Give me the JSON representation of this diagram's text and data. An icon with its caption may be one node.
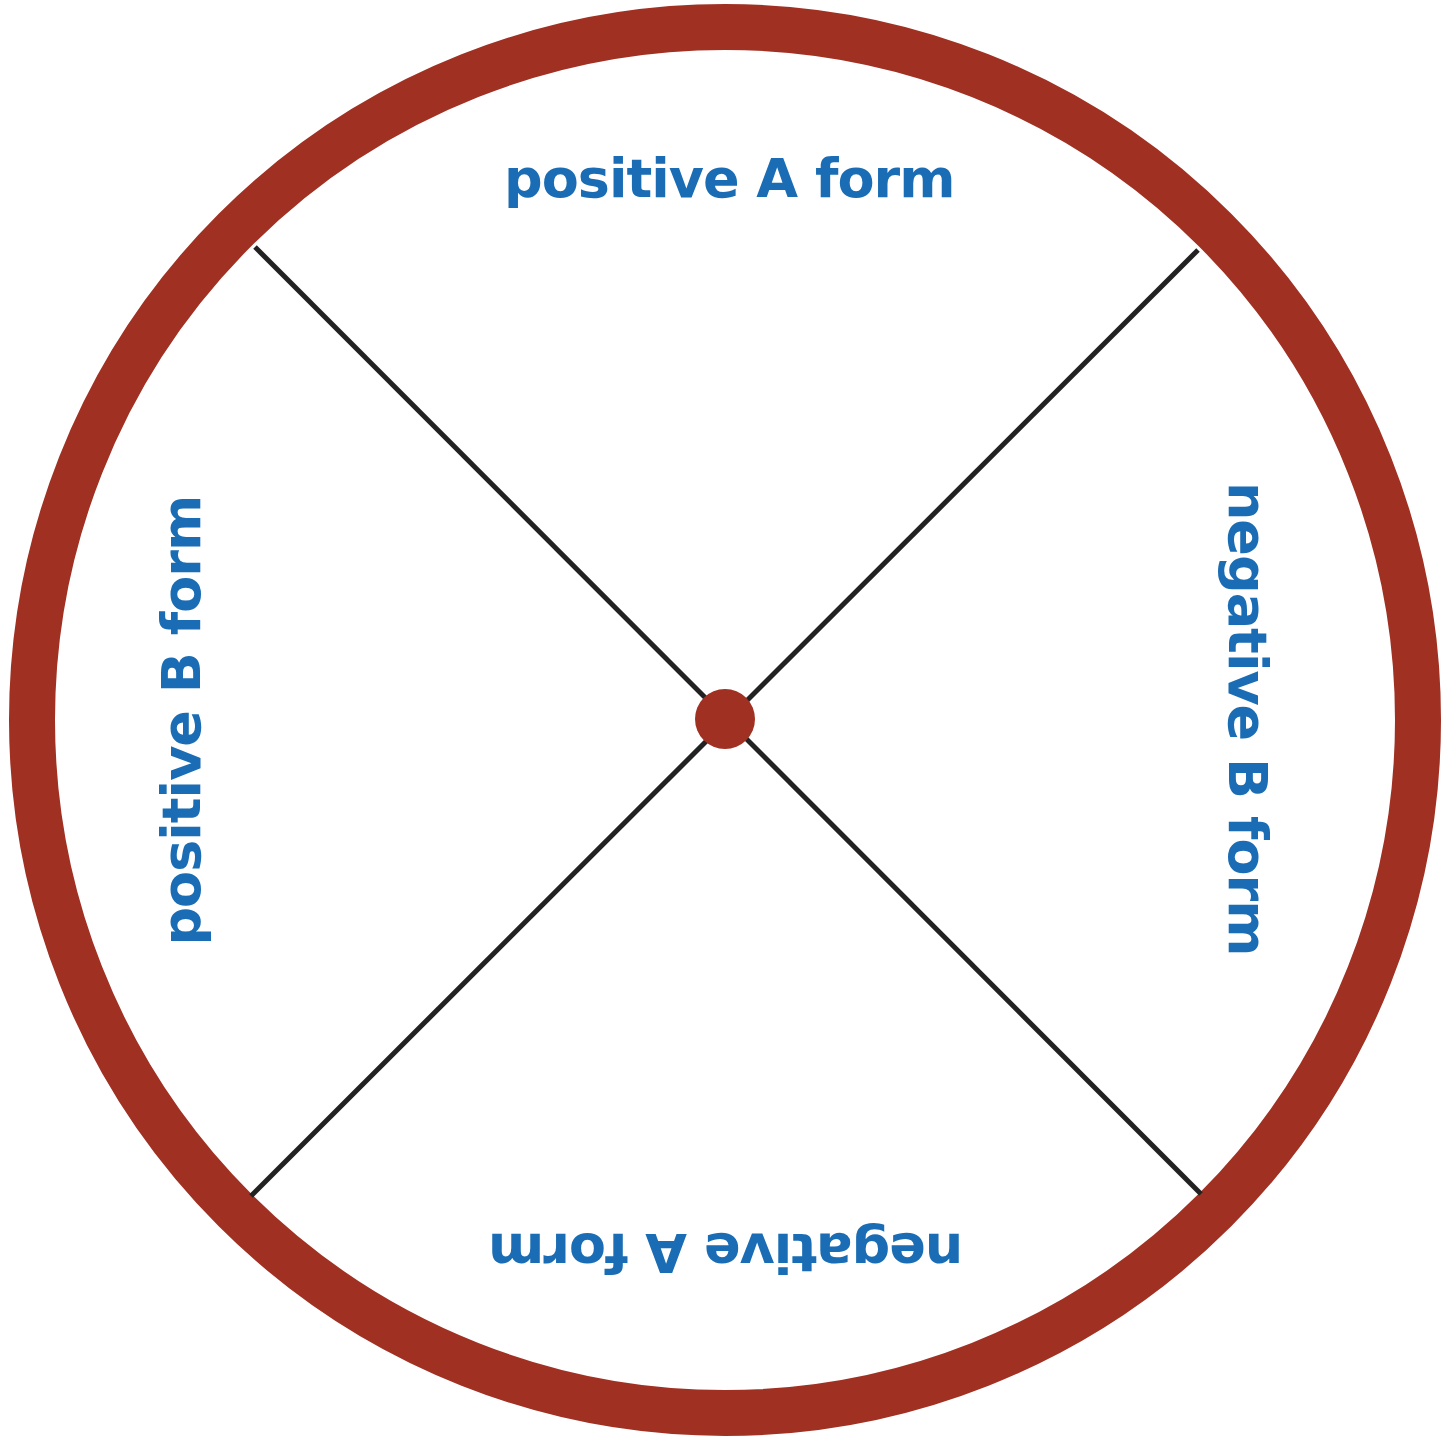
{
  "diagram": {
    "labels": [
      "positive A form",
      "positive B form",
      "negative B form",
      "negative A form"
    ]
  }
}
